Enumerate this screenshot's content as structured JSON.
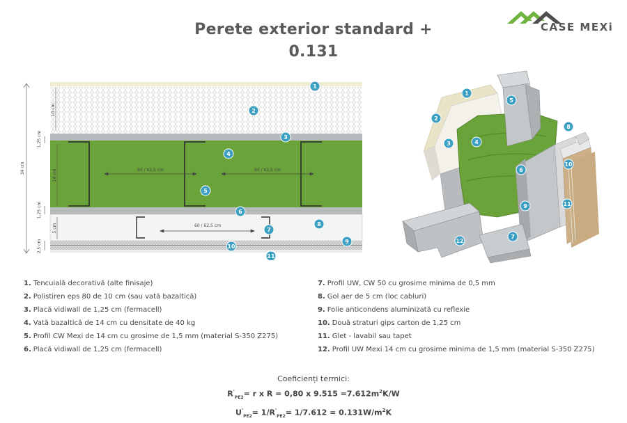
{
  "title": {
    "line1": "Perete exterior standard +",
    "line2": "0.131"
  },
  "logo": {
    "text": "CASE MEXi",
    "colors": {
      "house": "#6fb43f",
      "house_dark": "#4f4f4f"
    }
  },
  "section": {
    "dims": {
      "total": "34 cm",
      "eps": "10 cm",
      "board_top": "1,25 cm",
      "insulation": "14 cm",
      "board_bottom": "1,25 cm",
      "air_gap": "5 cm",
      "gypsum": "2,5 cm",
      "spacing1": "60 / 62,5 cm",
      "spacing2": "60 / 62,5 cm",
      "spacing3": "60 / 62,5 cm"
    },
    "markers": [
      "1",
      "2",
      "3",
      "4",
      "5",
      "6",
      "7",
      "8",
      "9",
      "10",
      "11"
    ]
  },
  "cutaway": {
    "markers": [
      "1",
      "2",
      "3",
      "4",
      "5",
      "6",
      "7",
      "8",
      "9",
      "10",
      "11",
      "12"
    ]
  },
  "colors": {
    "marker": "#3a9fc2",
    "wool": "#6aa33a",
    "board": "#b7babc",
    "plaster": "#f0ecd2",
    "wood": "#cdb087"
  },
  "legend": {
    "left": [
      {
        "num": "1.",
        "text": "Tencuială decorativă (alte finisaje)"
      },
      {
        "num": "2.",
        "text": "Polistiren eps 80 de 10 cm (sau vată bazaltică)"
      },
      {
        "num": "3.",
        "text": "Placă vidiwall de 1,25 cm (fermacell)"
      },
      {
        "num": "4.",
        "text": "Vată bazaltică de 14 cm cu densitate de 40 kg"
      },
      {
        "num": "5.",
        "text": "Profil CW Mexi de 14 cm cu grosime de 1,5 mm (material S-350 Z275)"
      },
      {
        "num": "6.",
        "text": "Placă vidiwall de 1,25 cm (fermacell)"
      }
    ],
    "right": [
      {
        "num": "7.",
        "text": "Profil UW, CW 50 cu grosime minima de 0,5 mm"
      },
      {
        "num": "8.",
        "text": "Gol aer de 5 cm (loc cabluri)"
      },
      {
        "num": "9.",
        "text": "Folie anticondens aluminizată cu reflexie"
      },
      {
        "num": "10.",
        "text": "Două straturi gips carton de 1,25 cm"
      },
      {
        "num": "11.",
        "text": "Glet - lavabil sau tapet"
      },
      {
        "num": "12.",
        "text": "Profil UW Mexi 14 cm cu grosime minima de 1,5 mm (material S-350 Z275)"
      }
    ]
  },
  "coefficients": {
    "title": "Coeficienți termici:",
    "r_symbol": "R",
    "r_sup": "'",
    "r_sub": "PE2",
    "r_rest": "= r x R = 0,80 x 9.515 =7.612m",
    "r_unit_sup": "2",
    "r_unit_end": "K/W",
    "u_symbol": "U",
    "u_sup": "'",
    "u_sub": "PE2",
    "u_mid": "= 1/R",
    "u_mid_sup": "'",
    "u_mid_sub": "PE2",
    "u_rest": "= 1/7.612 = 0.131W/m",
    "u_unit_sup": "2",
    "u_unit_end": "K"
  }
}
